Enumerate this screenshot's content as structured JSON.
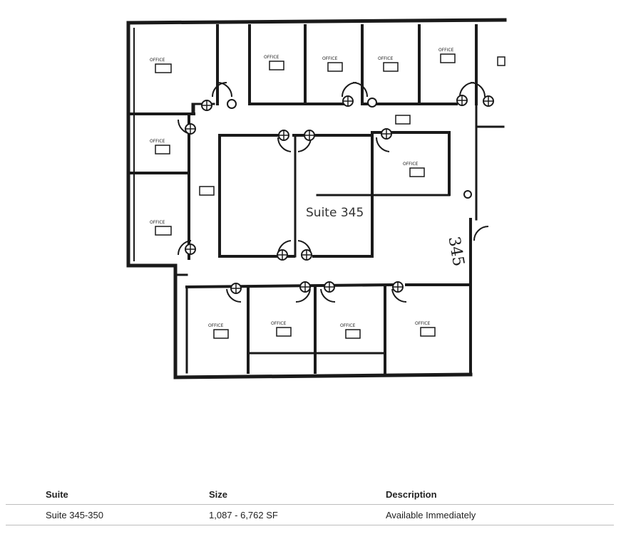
{
  "floorplan": {
    "suite_label": "Suite 345",
    "handwritten_marking": "345"
  },
  "table": {
    "headers": [
      "Suite",
      "Size",
      "Description"
    ],
    "rows": [
      [
        "Suite 345-350",
        "1,087 - 6,762 SF",
        "Available Immediately"
      ]
    ]
  }
}
